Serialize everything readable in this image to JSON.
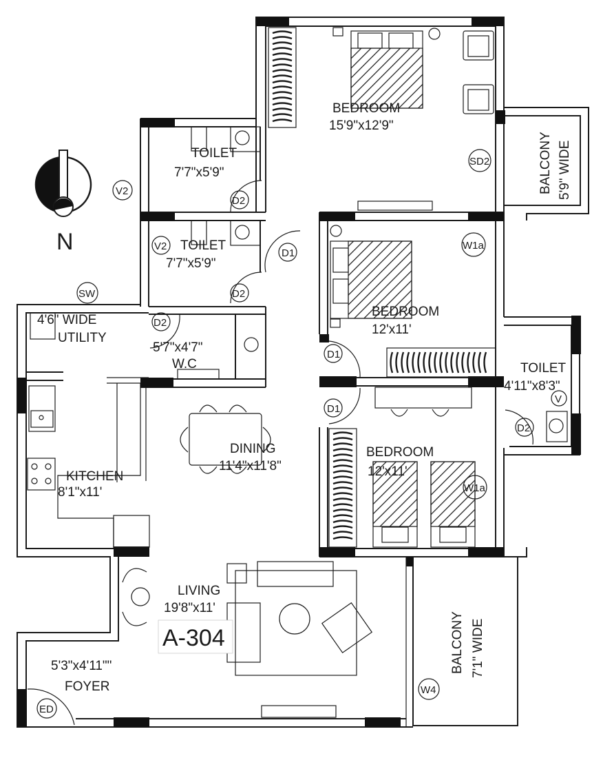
{
  "unit_label": "A-304",
  "compass": {
    "label": "N"
  },
  "rooms": {
    "master_bedroom": {
      "name": "BEDROOM",
      "size": "15'9\"x12'9\""
    },
    "bedroom_2": {
      "name": "BEDROOM",
      "size": "12'x11'"
    },
    "bedroom_3": {
      "name": "BEDROOM",
      "size": "12'x11'"
    },
    "toilet_1": {
      "name": "TOILET",
      "size": "7'7\"x5'9\""
    },
    "toilet_2": {
      "name": "TOILET",
      "size": "7'7\"x5'9\""
    },
    "toilet_3": {
      "name": "TOILET",
      "size": "4'11\"x8'3\""
    },
    "wc": {
      "name": "W.C",
      "size": "5'7\"x4'7\""
    },
    "utility": {
      "name": "UTILITY",
      "size": "4'6\" WIDE"
    },
    "kitchen": {
      "name": "KITCHEN",
      "size": "8'1\"x11'"
    },
    "dining": {
      "name": "DINING",
      "size": "11'4\"x11'8\""
    },
    "living": {
      "name": "LIVING",
      "size": "19'8\"x11'"
    },
    "foyer": {
      "name": "FOYER",
      "size": "5'3\"x4'11\"\""
    },
    "balcony_1": {
      "name": "BALCONY",
      "size": "5'9\" WIDE"
    },
    "balcony_2": {
      "name": "BALCONY",
      "size": "7'1\" WIDE"
    }
  },
  "tags": {
    "v2_a": "V2",
    "v2_b": "V2",
    "sw": "SW",
    "d1_a": "D1",
    "d1_b": "D1",
    "d1_c": "D1",
    "d2_a": "D2",
    "d2_b": "D2",
    "d2_c": "D2",
    "d2_d": "D2",
    "sd2": "SD2",
    "w1a_a": "W1a",
    "w1a_b": "W1a",
    "w4": "W4",
    "ed": "ED",
    "v": "V"
  }
}
